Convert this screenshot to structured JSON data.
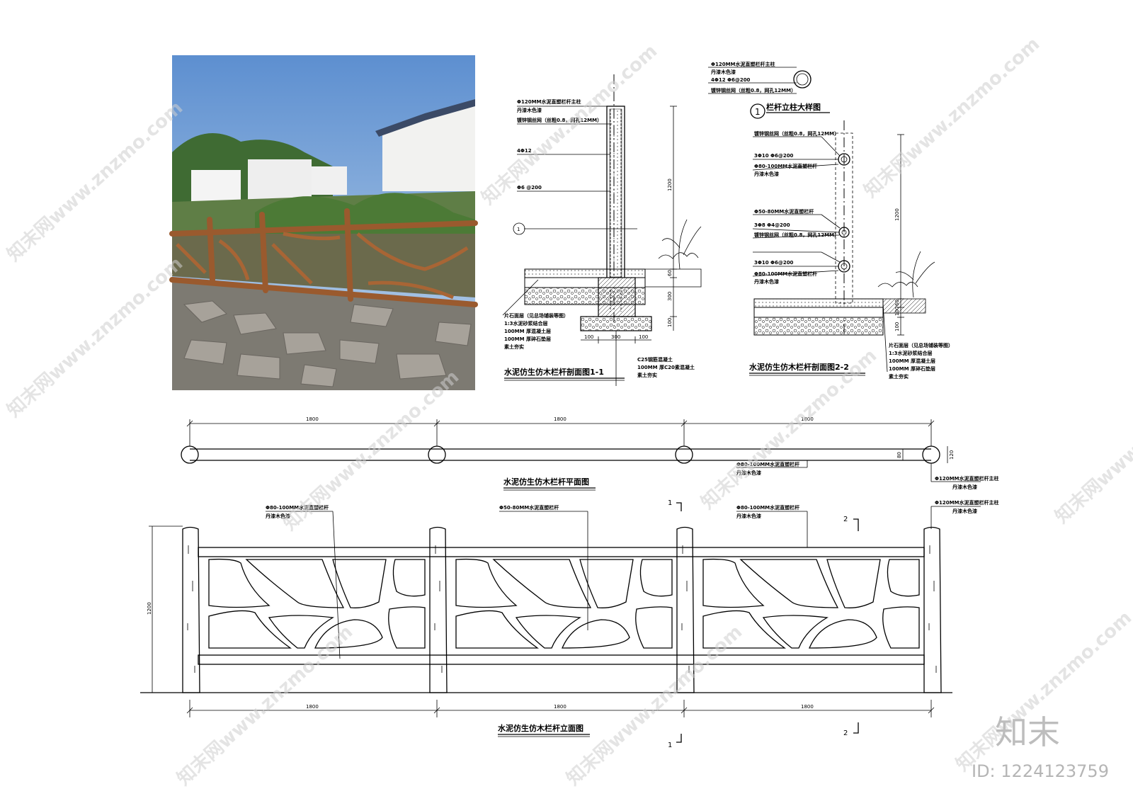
{
  "section1": {
    "title": "水泥仿生仿木栏杆剖面图1-1",
    "labels": [
      "Φ120MM水泥直塑栏杆主柱",
      "丹漆木色漆",
      "镀锌钢丝网（丝粗0.8，网孔12MM）",
      "4Φ12",
      "Φ6 @200"
    ],
    "layers": [
      "片石面层（见总场铺装等图）",
      "1:3水泥砂浆结合层",
      "100MM 厚混凝土层",
      "100MM 厚碎石垫层",
      "素土夯实"
    ],
    "foundation": [
      "C25钢筋混凝土",
      "100MM 厚C20素混凝土",
      "素土夯实"
    ],
    "dims": [
      "1200",
      "60",
      "300",
      "100",
      "100",
      "300",
      "100"
    ]
  },
  "detail": {
    "title": "栏杆立柱大样图",
    "number": "1",
    "labels": [
      "Φ120MM水泥直塑栏杆主柱",
      "丹漆木色漆",
      "4Φ12 Φ6@200",
      "镀锌钢丝网（丝粗0.8，网孔12MM）"
    ]
  },
  "section2": {
    "title": "水泥仿生仿木栏杆剖面图2-2",
    "labels": [
      "镀锌钢丝网（丝粗0.8，网孔12MM）",
      "3Φ10 Φ6@200",
      "Φ80-100MM水泥直塑栏杆",
      "丹漆木色漆",
      "Φ50-80MM水泥直塑栏杆",
      "3Φ8 Φ4@200",
      "镀锌钢丝网（丝粗0.8，网孔12MM）",
      "3Φ10 Φ6@200",
      "Φ80-100MM水泥直塑栏杆",
      "丹漆木色漆"
    ],
    "layers": [
      "片石面层（见总场铺装等图）",
      "1:3水泥砂浆结合层",
      "100MM 厚混凝土层",
      "100MM 厚碎石垫层",
      "素土夯实"
    ],
    "dims": [
      "1200",
      "60",
      "100",
      "100"
    ]
  },
  "plan": {
    "title": "水泥仿生仿木栏杆平面图",
    "spans": [
      "1800",
      "1800",
      "1800"
    ],
    "dims": [
      "80",
      "120"
    ],
    "labels": [
      "Φ80-100MM水泥直塑栏杆",
      "丹漆木色漆",
      "Φ120MM水泥直塑栏杆主柱",
      "丹漆木色漆"
    ]
  },
  "elevation": {
    "title": "水泥仿生仿木栏杆立面图",
    "spans": [
      "1800",
      "1800",
      "1800"
    ],
    "height": "1200",
    "labels": [
      "Φ80-100MM水泥直塑栏杆",
      "丹漆木色漆",
      "Φ50-80MM水泥直塑栏杆",
      "Φ80-100MM水泥直塑栏杆",
      "丹漆木色漆",
      "Φ120MM水泥直塑栏杆主柱",
      "丹漆木色漆"
    ],
    "section_marks": [
      "1",
      "1",
      "2",
      "2"
    ]
  },
  "watermark": {
    "text": "知末网www.znzmo.com",
    "logo": "知末",
    "id": "ID: 1224123759"
  }
}
